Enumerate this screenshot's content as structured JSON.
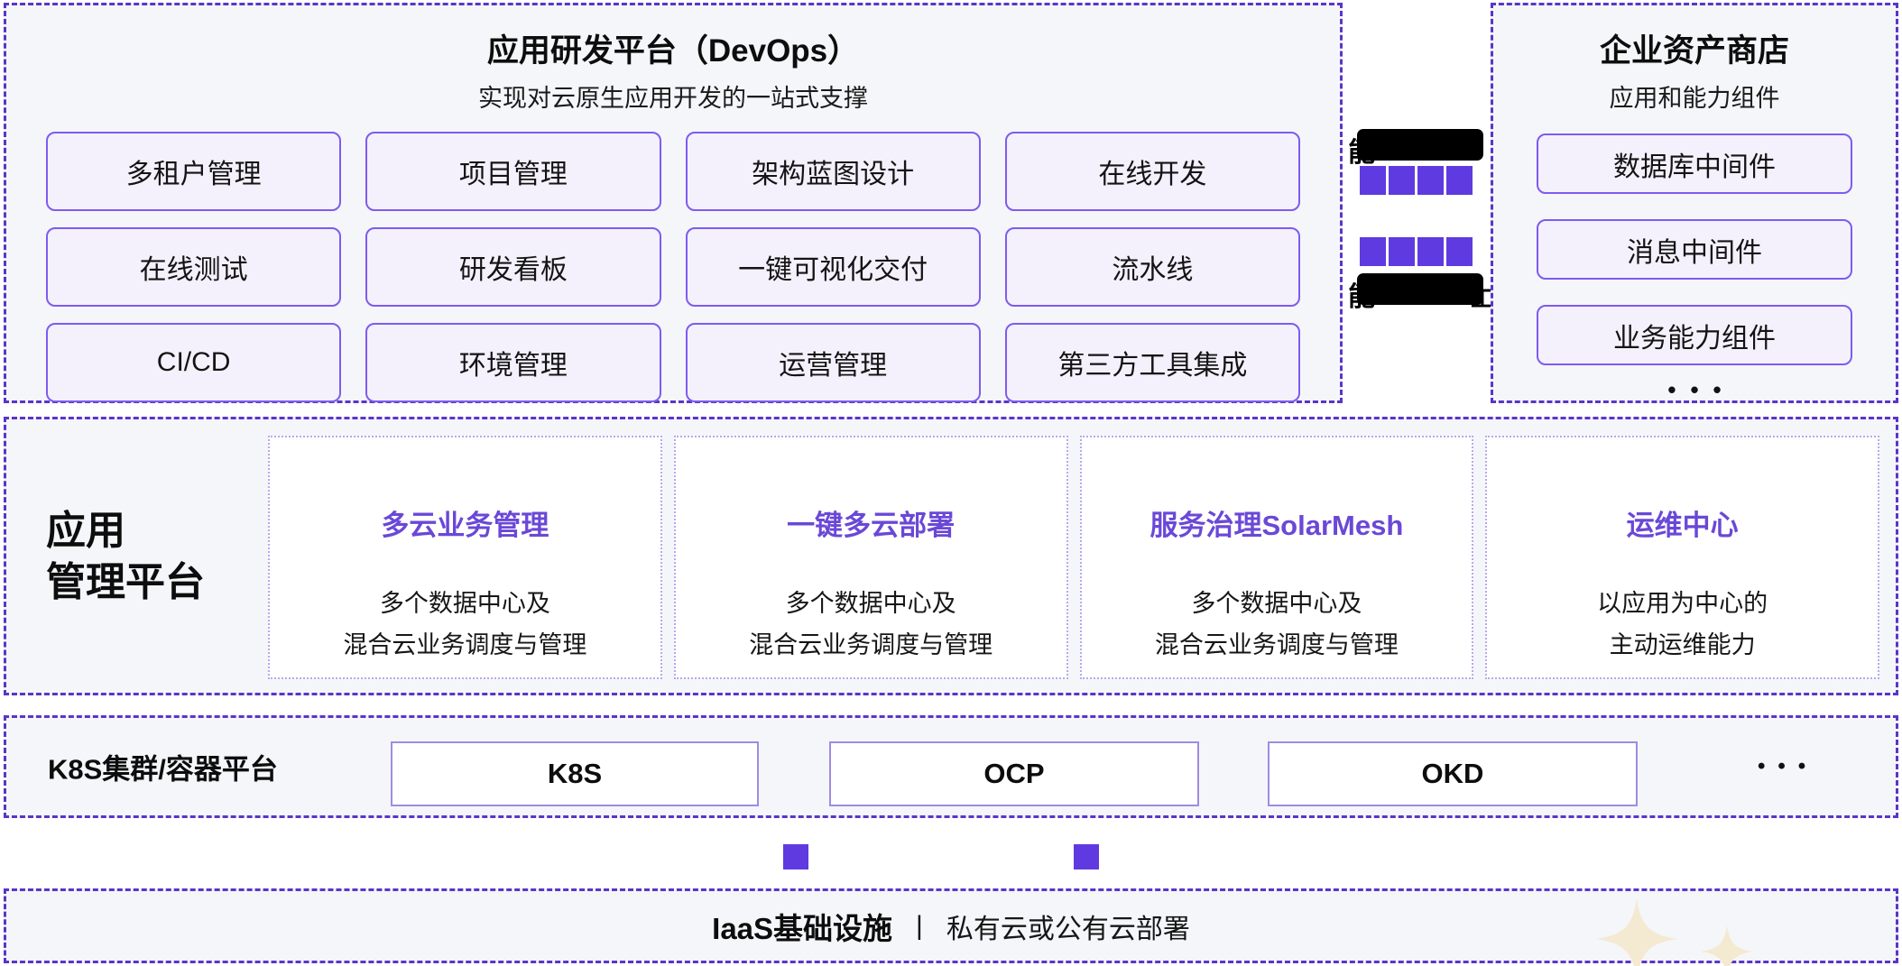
{
  "colors": {
    "dashed_border_purple": "#5A35C8",
    "pill_border_purple": "#7E5BF0",
    "pill_bg": "#F4F1FD",
    "card_title_purple": "#6A48D7",
    "square_purple": "#5F3AE0",
    "section_bg": "#F5F6F9",
    "card_dotted_border": "#B8A8EC",
    "sparkle_cream": "#F4E9D1"
  },
  "devops_panel": {
    "title": "应用研发平台（DevOps）",
    "subtitle": "实现对云原生应用开发的一站式支撑",
    "buttons": [
      "多租户管理",
      "项目管理",
      "架构蓝图设计",
      "在线开发",
      "在线测试",
      "研发看板",
      "一键可视化交付",
      "流水线",
      "CI/CD",
      "环境管理",
      "运营管理",
      "第三方工具集成"
    ]
  },
  "capability_exchange": {
    "top_label_fragment": "能",
    "bottom_label_fragment": "能",
    "bottom_right_fragment": "工",
    "squares_per_row": 4
  },
  "asset_store_panel": {
    "title": "企业资产商店",
    "subtitle": "应用和能力组件",
    "items": [
      "数据库中间件",
      "消息中间件",
      "业务能力组件"
    ],
    "ellipsis": "•••"
  },
  "app_mgmt_section": {
    "label_line1": "应用",
    "label_line2": "管理平台",
    "cards": [
      {
        "title": "多云业务管理",
        "desc_line1": "多个数据中心及",
        "desc_line2": "混合云业务调度与管理"
      },
      {
        "title": "一键多云部署",
        "desc_line1": "多个数据中心及",
        "desc_line2": "混合云业务调度与管理"
      },
      {
        "title": "服务治理SolarMesh",
        "desc_line1": "多个数据中心及",
        "desc_line2": "混合云业务调度与管理"
      },
      {
        "title": "运维中心",
        "desc_line1": "以应用为中心的",
        "desc_line2": "主动运维能力"
      }
    ]
  },
  "k8s_section": {
    "label": "K8S集群/容器平台",
    "platforms": [
      "K8S",
      "OCP",
      "OKD"
    ],
    "ellipsis": "•••"
  },
  "iaas_section": {
    "title": "IaaS基础设施",
    "separator": "|",
    "subtitle": "私有云或公有云部署"
  }
}
